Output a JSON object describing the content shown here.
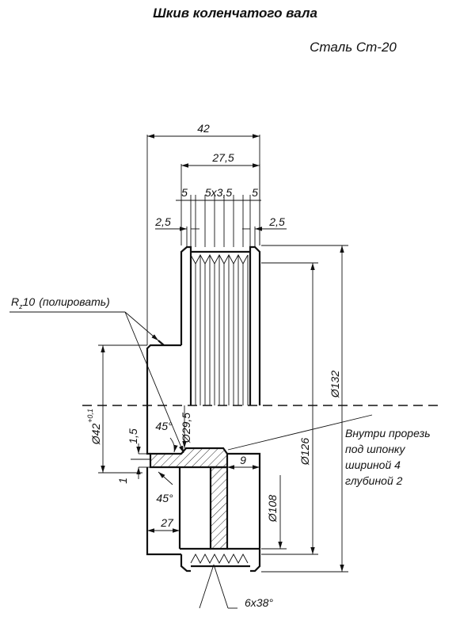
{
  "title": "Шкив коленчатого вала",
  "material": "Сталь Ст-20",
  "dimensions": {
    "overall_width": "42",
    "groove_zone": "27,5",
    "edge_left": "5",
    "groove_pitch": "5х3,5",
    "edge_right": "5",
    "chamfer_left": "2,5",
    "chamfer_right": "2,5",
    "outer_diameter": "Ø132",
    "groove_diameter": "Ø126",
    "inner_diameter": "Ø108",
    "bore_diameter": "Ø42",
    "bore_tolerance": "+0,1",
    "hub_diameter": "Ø29,5",
    "chamfer_size": "1,5",
    "bore_chamfer": "1",
    "chamfer_angle_top": "45°",
    "chamfer_angle_bottom": "45°",
    "hub_offset": "9",
    "hub_length": "27",
    "grooves": "6х38°"
  },
  "roughness": {
    "symbol": "R",
    "sub": "z",
    "value": "10",
    "note": "(полировать)"
  },
  "keyway_note": [
    "Внутри  прорезь",
    "под шпонку",
    "шириной 4",
    "глубиной 2"
  ]
}
